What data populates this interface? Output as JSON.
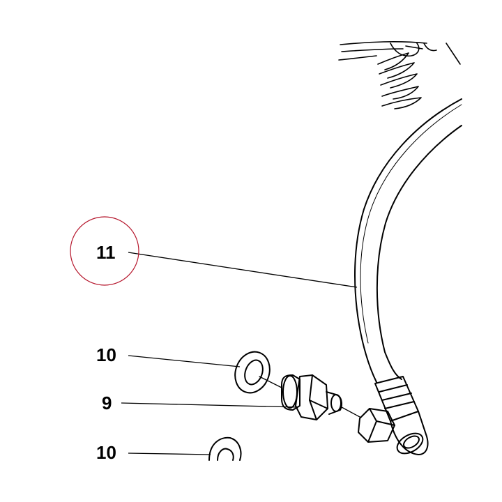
{
  "callouts": [
    {
      "id": "11",
      "label": "11",
      "highlighted": true
    },
    {
      "id": "10a",
      "label": "10",
      "highlighted": false
    },
    {
      "id": "9",
      "label": "9",
      "highlighted": false
    },
    {
      "id": "10b",
      "label": "10",
      "highlighted": false
    }
  ],
  "colors": {
    "ink": "#000000",
    "highlight_circle": "#b5152b",
    "background": "#ffffff"
  }
}
